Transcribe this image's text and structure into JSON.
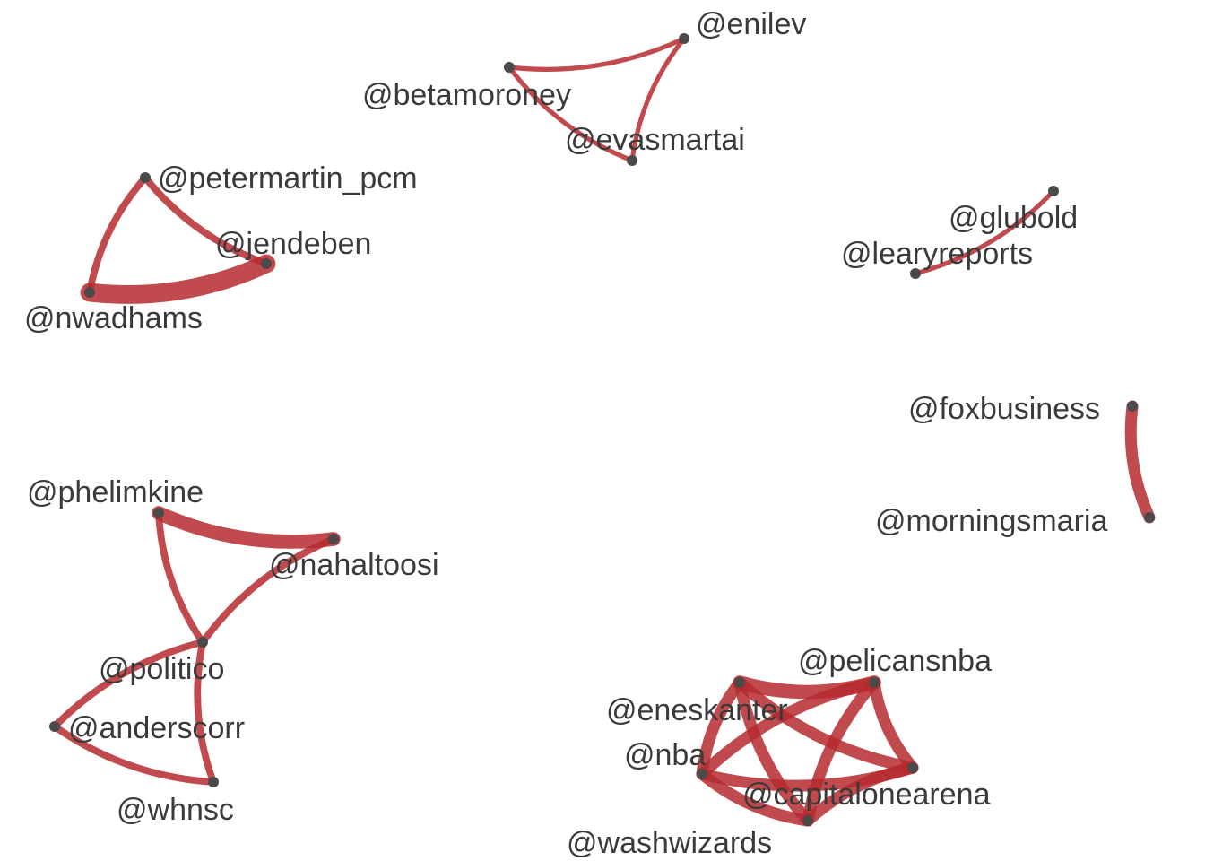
{
  "colors": {
    "edge": "#b52a2f",
    "node": "#4a4a4a",
    "label": "#3a3a3a",
    "background": "#ffffff"
  },
  "nodes": [
    {
      "id": "enilev",
      "label": "@enilev"
    },
    {
      "id": "betamoroney",
      "label": "@betamoroney"
    },
    {
      "id": "evasmartai",
      "label": "@evasmartai"
    },
    {
      "id": "petermartin_pcm",
      "label": "@petermartin_pcm"
    },
    {
      "id": "jendeben",
      "label": "@jendeben"
    },
    {
      "id": "nwadhams",
      "label": "@nwadhams"
    },
    {
      "id": "glubold",
      "label": "@glubold"
    },
    {
      "id": "learyreports",
      "label": "@learyreports"
    },
    {
      "id": "foxbusiness",
      "label": "@foxbusiness"
    },
    {
      "id": "morningsmaria",
      "label": "@morningsmaria"
    },
    {
      "id": "phelimkine",
      "label": "@phelimkine"
    },
    {
      "id": "nahaltoosi",
      "label": "@nahaltoosi"
    },
    {
      "id": "politico",
      "label": "@politico"
    },
    {
      "id": "anderscorr",
      "label": "@anderscorr"
    },
    {
      "id": "whnsc",
      "label": "@whnsc"
    },
    {
      "id": "pelicansnba",
      "label": "@pelicansnba"
    },
    {
      "id": "eneskanter",
      "label": "@eneskanter"
    },
    {
      "id": "nba",
      "label": "@nba"
    },
    {
      "id": "capitalonearena",
      "label": "@capitalonearena"
    },
    {
      "id": "washwizards",
      "label": "@washwizards"
    }
  ],
  "edges": [
    {
      "source": "betamoroney",
      "target": "enilev",
      "weight": 2
    },
    {
      "source": "enilev",
      "target": "evasmartai",
      "weight": 2
    },
    {
      "source": "betamoroney",
      "target": "evasmartai",
      "weight": 2
    },
    {
      "source": "petermartin_pcm",
      "target": "jendeben",
      "weight": 3
    },
    {
      "source": "petermartin_pcm",
      "target": "nwadhams",
      "weight": 3
    },
    {
      "source": "nwadhams",
      "target": "jendeben",
      "weight": 8
    },
    {
      "source": "learyreports",
      "target": "glubold",
      "weight": 2
    },
    {
      "source": "foxbusiness",
      "target": "morningsmaria",
      "weight": 5
    },
    {
      "source": "phelimkine",
      "target": "nahaltoosi",
      "weight": 6
    },
    {
      "source": "phelimkine",
      "target": "politico",
      "weight": 3
    },
    {
      "source": "nahaltoosi",
      "target": "politico",
      "weight": 3
    },
    {
      "source": "politico",
      "target": "anderscorr",
      "weight": 3
    },
    {
      "source": "anderscorr",
      "target": "whnsc",
      "weight": 3
    },
    {
      "source": "politico",
      "target": "whnsc",
      "weight": 3
    },
    {
      "source": "eneskanter",
      "target": "pelicansnba",
      "weight": 6
    },
    {
      "source": "eneskanter",
      "target": "nba",
      "weight": 5
    },
    {
      "source": "eneskanter",
      "target": "capitalonearena",
      "weight": 5
    },
    {
      "source": "eneskanter",
      "target": "washwizards",
      "weight": 5
    },
    {
      "source": "pelicansnba",
      "target": "nba",
      "weight": 5
    },
    {
      "source": "pelicansnba",
      "target": "capitalonearena",
      "weight": 5
    },
    {
      "source": "pelicansnba",
      "target": "washwizards",
      "weight": 5
    },
    {
      "source": "nba",
      "target": "capitalonearena",
      "weight": 5
    },
    {
      "source": "nba",
      "target": "washwizards",
      "weight": 5
    },
    {
      "source": "capitalonearena",
      "target": "washwizards",
      "weight": 5
    }
  ]
}
